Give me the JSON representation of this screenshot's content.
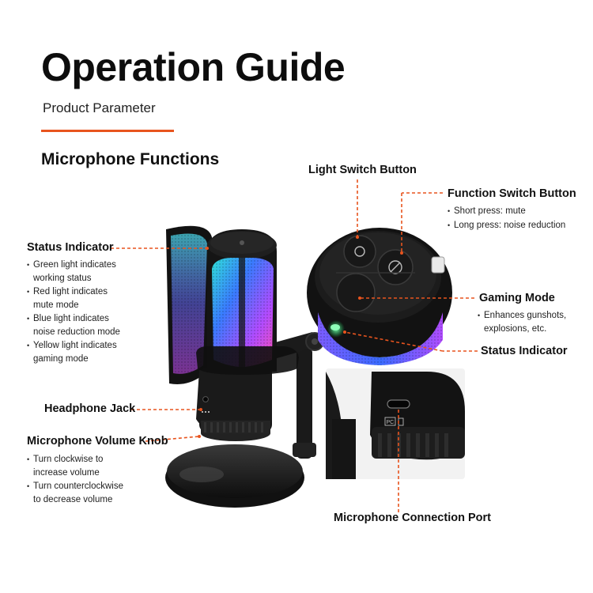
{
  "header": {
    "title": "Operation Guide",
    "subtitle": "Product Parameter",
    "section_title": "Microphone Functions"
  },
  "colors": {
    "accent": "#e8541e",
    "text": "#111111"
  },
  "callouts": {
    "status_left": {
      "label": "Status Indicator",
      "bullets": [
        [
          "Green light indicates",
          "working status"
        ],
        [
          "Red light indicates",
          "mute mode"
        ],
        [
          "Blue light indicates",
          "noise reduction mode"
        ],
        [
          "Yellow light indicates",
          "gaming mode"
        ]
      ]
    },
    "headphone": {
      "label": "Headphone Jack"
    },
    "volume": {
      "label": "Microphone Volume Knob",
      "bullets": [
        [
          "Turn clockwise to",
          "increase volume"
        ],
        [
          "Turn counterclockwise",
          "to decrease volume"
        ]
      ]
    },
    "light_switch": {
      "label": "Light Switch Button"
    },
    "function_switch": {
      "label": "Function Switch Button",
      "bullets": [
        [
          "Short press: mute"
        ],
        [
          "Long press: noise reduction"
        ]
      ]
    },
    "gaming": {
      "label": "Gaming Mode",
      "bullets": [
        [
          "Enhances gunshots,",
          "explosions, etc."
        ]
      ]
    },
    "status_right": {
      "label": "Status Indicator"
    },
    "connection": {
      "label": "Microphone Connection Port",
      "port_labels": [
        "PC"
      ]
    }
  }
}
